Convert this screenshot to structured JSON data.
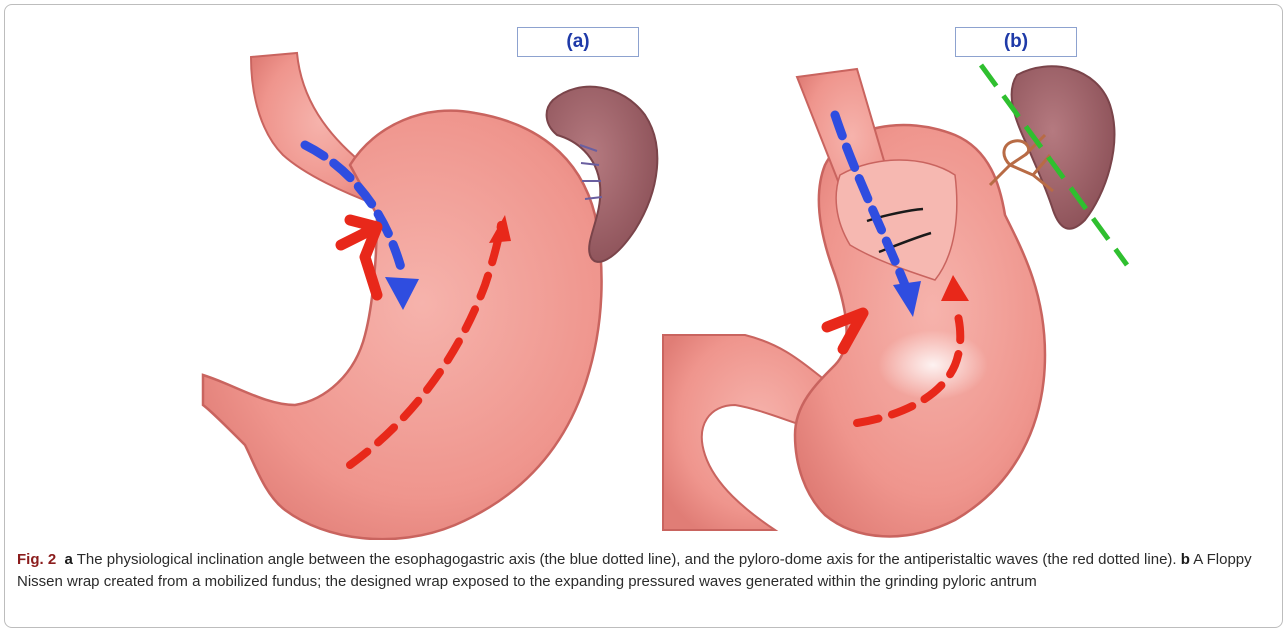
{
  "figure": {
    "panel_a_label": "(a)",
    "panel_b_label": "(b)",
    "colors": {
      "stomach_fill": "#f2a09a",
      "stomach_outline": "#c9645f",
      "spleen_fill": "#9c6066",
      "blue_axis": "#2f4de0",
      "red_axis": "#e8281a",
      "green_axis": "#2fbf2f",
      "suture": "#1a1a1a"
    }
  },
  "caption": {
    "fig_label": "Fig. 2",
    "part_a_letter": "a",
    "part_a_text": " The physiological inclination angle between the esophagogastric axis (the blue dotted line), and the pyloro-dome axis for the antiperistaltic waves (the red dotted line). ",
    "part_b_letter": "b",
    "part_b_text": " A Floppy Nissen wrap created from a mobilized fundus; the designed wrap exposed to the expanding pressured waves generated within the grinding pyloric antrum"
  }
}
